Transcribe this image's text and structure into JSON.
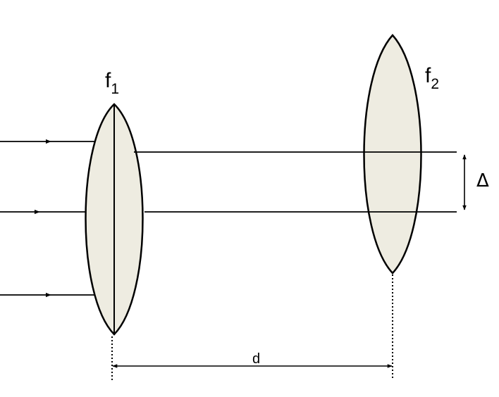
{
  "labels": {
    "lens1": {
      "letter": "f",
      "subscript": "1"
    },
    "lens2": {
      "letter": "f",
      "subscript": "2"
    },
    "offset": "Δ",
    "separation": "d"
  },
  "colors": {
    "lens_fill": "#eeece1",
    "stroke": "#000000"
  }
}
